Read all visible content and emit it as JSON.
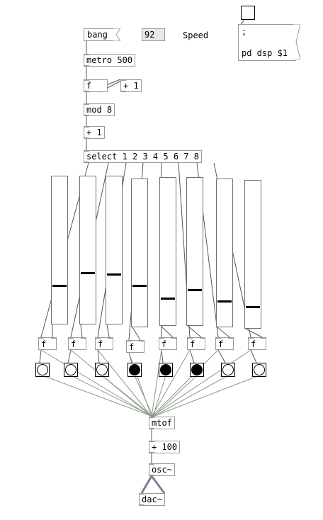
{
  "objects": {
    "bang_msg": "bang",
    "speed_value": "92",
    "speed_label": "Speed",
    "dsp_msg_line1": ";",
    "dsp_msg_line2": "pd dsp $1",
    "metro": "metro 500",
    "f": "f",
    "plus1a": "+ 1",
    "mod": "mod 8",
    "plus1b": "+ 1",
    "select": "select 1 2 3 4 5 6 7 8",
    "mtof": "mtof",
    "plus100": "+ 100",
    "osc": "osc~",
    "dac": "dac~"
  },
  "sliders": [
    {
      "value": 0.25
    },
    {
      "value": 0.34
    },
    {
      "value": 0.33
    },
    {
      "value": 0.27
    },
    {
      "value": 0.17
    },
    {
      "value": 0.23
    },
    {
      "value": 0.16
    },
    {
      "value": 0.13
    }
  ],
  "fboxes": [
    "f",
    "f",
    "f",
    "f",
    "f",
    "f",
    "f",
    "f"
  ],
  "bangs": [
    {
      "on": false
    },
    {
      "on": false
    },
    {
      "on": false
    },
    {
      "on": true
    },
    {
      "on": true
    },
    {
      "on": true
    },
    {
      "on": false
    },
    {
      "on": false
    }
  ]
}
